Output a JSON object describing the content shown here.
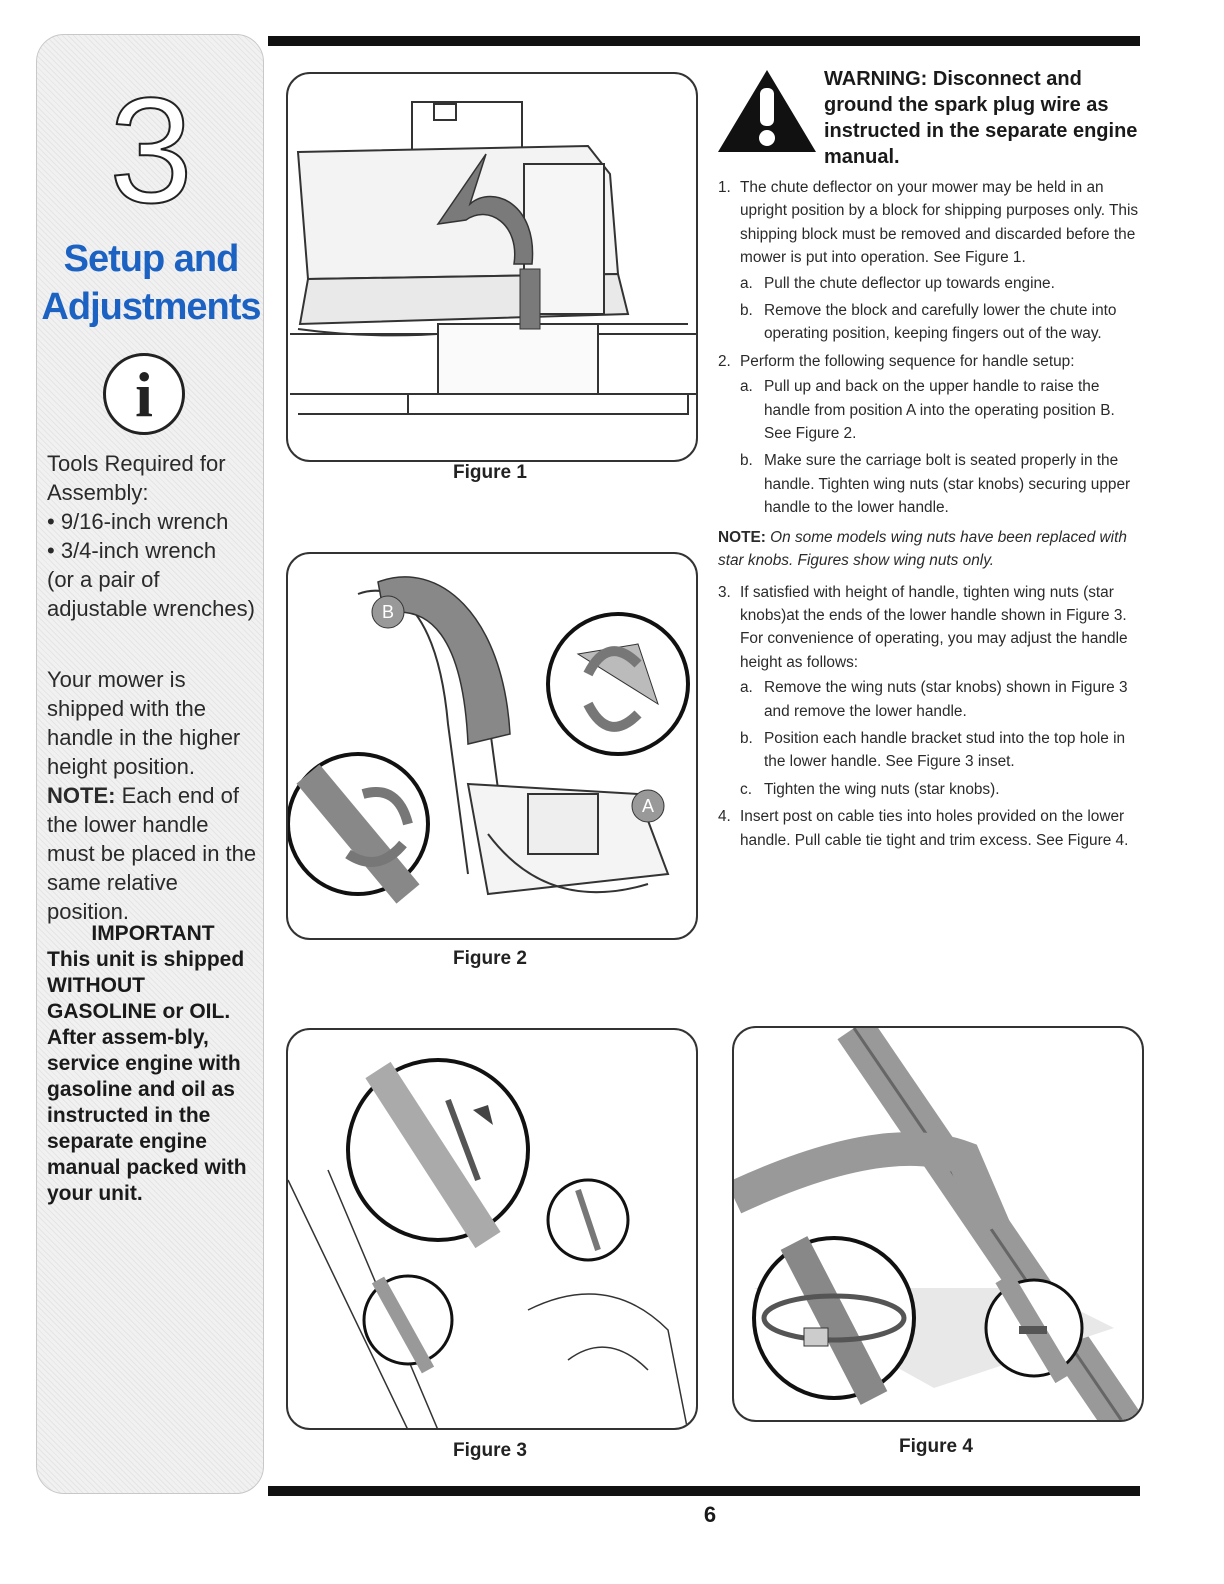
{
  "sidebar": {
    "chapter_number": "3",
    "title_line1": "Setup and",
    "title_line2": "Adjustments",
    "info_glyph": "i",
    "tools_heading_1": "Tools Required for",
    "tools_heading_2": "Assembly:",
    "tools": [
      "9/16-inch wrench",
      "3/4-inch wrench"
    ],
    "tools_alt": "(or a pair of adjustable wrenches)",
    "shipped_text": "Your mower is shipped with the handle in the higher height position.",
    "shipped_note_label": "NOTE:",
    "shipped_note_text": " Each end of the lower handle must be placed in the same relative position.",
    "important_title": "IMPORTANT",
    "important_text": "This unit is shipped WITHOUT GASOLINE or OIL. After assem-bly, service engine with gasoline and oil as instructed in the separate engine manual packed with your unit."
  },
  "figures": {
    "fig1": "Figure 1",
    "fig2": "Figure 2",
    "fig3": "Figure 3",
    "fig4": "Figure 4",
    "label_a": "A",
    "label_b": "B"
  },
  "warning": {
    "icon": "warning-triangle-icon",
    "text": "WARNING: Disconnect and ground the spark plug wire as instructed in the separate engine manual."
  },
  "steps": [
    {
      "num": "1.",
      "text": "The chute deflector on your mower may be held in an upright position by a block for shipping purposes only. This shipping block must be removed and discarded before the mower is put into operation. See Figure 1.",
      "subs": [
        {
          "letter": "a.",
          "text": "Pull the chute deflector up towards engine."
        },
        {
          "letter": "b.",
          "text": "Remove the block and carefully lower the chute into operating position, keeping fingers out of the way."
        }
      ]
    },
    {
      "num": "2.",
      "text": "Perform the following sequence for handle setup:",
      "subs": [
        {
          "letter": "a.",
          "text": "Pull up and back on the upper handle to raise the handle from position A into the operating position B. See Figure 2."
        },
        {
          "letter": "b.",
          "text": "Make sure the carriage bolt is seated properly in the handle. Tighten wing nuts (star knobs) securing upper handle to the lower handle."
        }
      ]
    },
    {
      "num": "3.",
      "text": "If satisfied with height of handle, tighten wing nuts (star knobs)at the ends of the lower handle shown in Figure 3. For convenience of operating, you may adjust the handle height as follows:",
      "subs": [
        {
          "letter": "a.",
          "text": "Remove the wing nuts (star knobs) shown in Figure 3 and remove the lower handle."
        },
        {
          "letter": "b.",
          "text": "Position each handle bracket stud into the top hole in the lower handle. See Figure 3 inset."
        },
        {
          "letter": "c.",
          "text": "Tighten the wing nuts (star knobs)."
        }
      ]
    },
    {
      "num": "4.",
      "text": "Insert post on cable ties into holes provided on the lower handle. Pull cable tie tight and trim excess. See Figure 4.",
      "subs": []
    }
  ],
  "note": {
    "label": "NOTE:",
    "text": " On some models wing nuts have been replaced with star knobs. Figures show wing nuts only."
  },
  "page_number": "6",
  "colors": {
    "title_blue": "#1b62c2",
    "arrow_gray": "#7a7a7a"
  }
}
